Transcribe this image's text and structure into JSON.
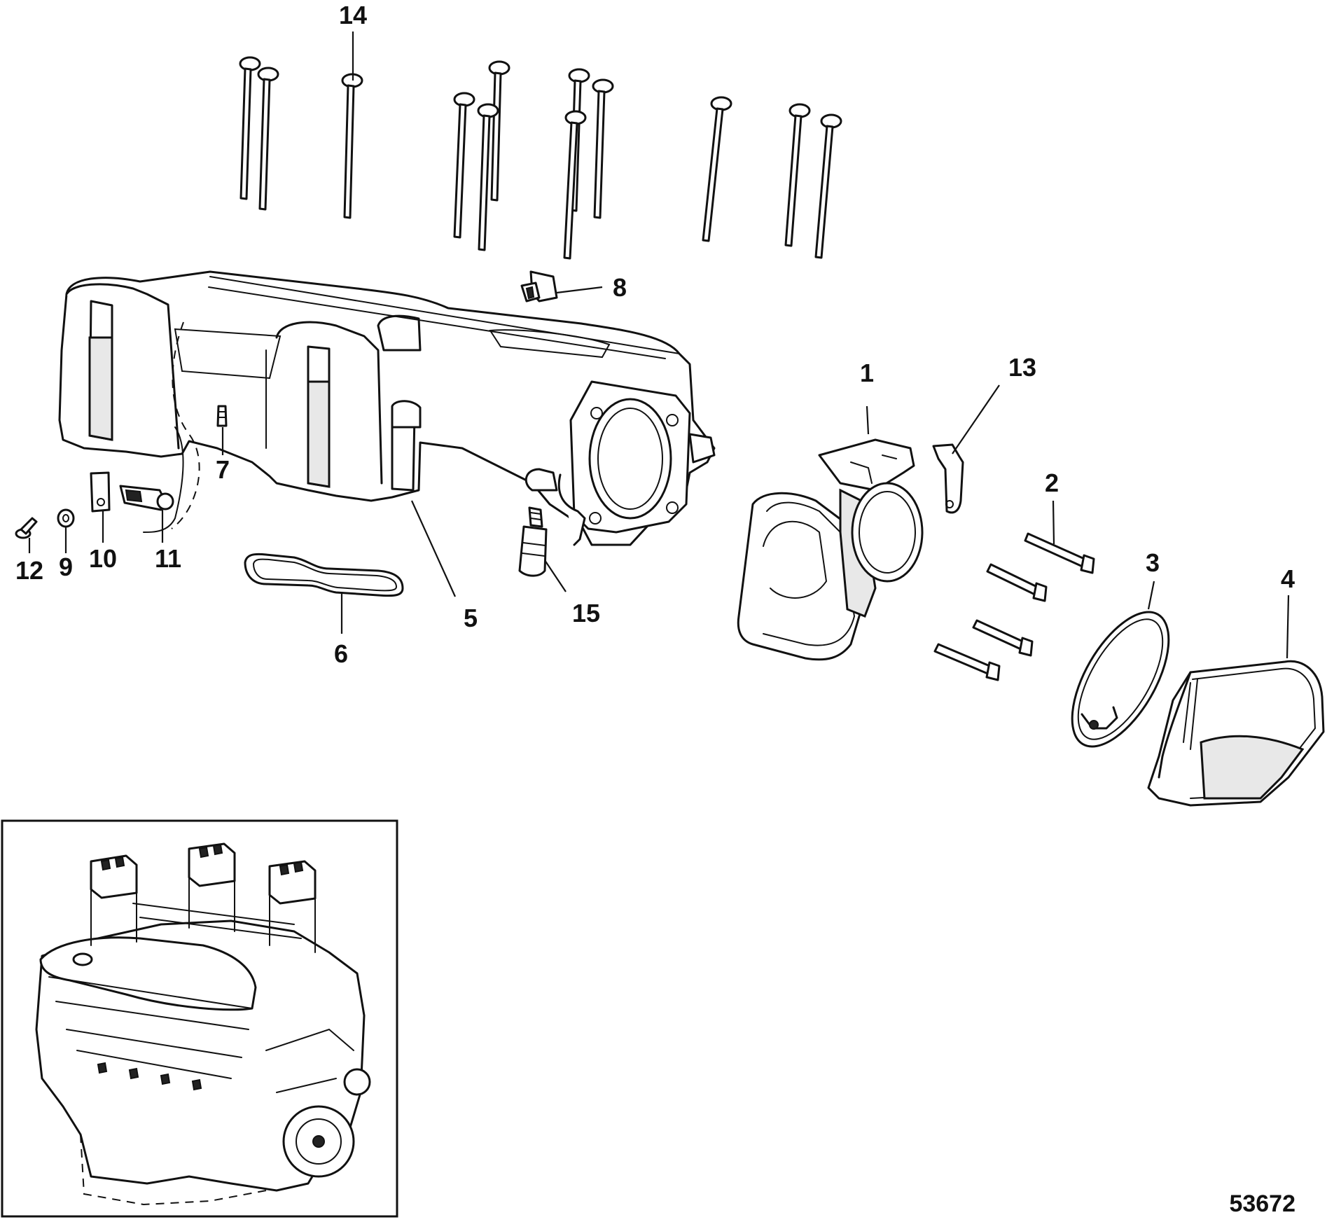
{
  "figure_number": "53672",
  "callouts": {
    "c1": "1",
    "c2": "2",
    "c3": "3",
    "c4": "4",
    "c5": "5",
    "c6": "6",
    "c7": "7",
    "c8": "8",
    "c9": "9",
    "c10": "10",
    "c11": "11",
    "c12": "12",
    "c13": "13",
    "c14": "14",
    "c15": "15"
  }
}
